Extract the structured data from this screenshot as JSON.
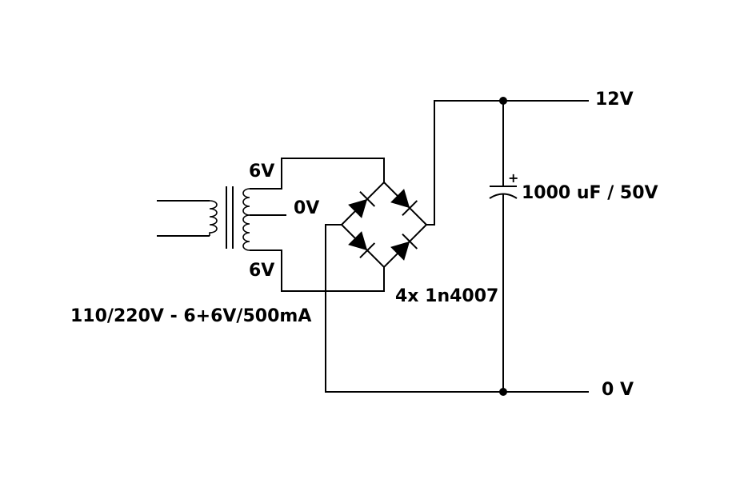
{
  "diagram": {
    "title": "",
    "line_color": "#000000",
    "background": "#ffffff",
    "labels": {
      "tap_top": "6V",
      "tap_center": "0V",
      "tap_bottom": "6V",
      "transformer_spec": "110/220V - 6+6V/500mA",
      "bridge_spec": "4x 1n4007",
      "capacitor_spec": "1000 uF / 50V",
      "capacitor_polarity": "+",
      "out_positive": "12V",
      "out_ground": "0 V"
    },
    "components": [
      {
        "name": "transformer",
        "icon": "transformer-symbol"
      },
      {
        "name": "bridge-rectifier",
        "icon": "diode-symbol",
        "count": 4
      },
      {
        "name": "filter-capacitor",
        "icon": "polarized-capacitor-symbol"
      }
    ]
  }
}
